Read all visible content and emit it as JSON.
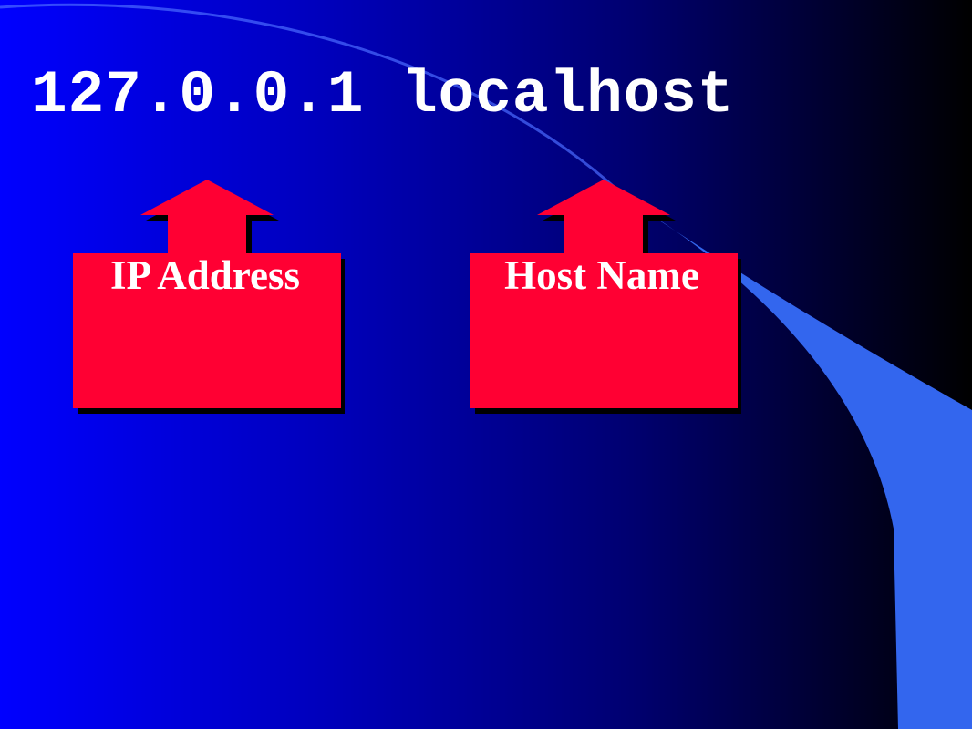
{
  "slide": {
    "title": "127.0.0.1 localhost",
    "callouts": [
      {
        "label": "IP Address",
        "icon": "up-arrow-callout-icon"
      },
      {
        "label": "Host Name",
        "icon": "up-arrow-callout-icon"
      }
    ]
  },
  "colors": {
    "background_start": "#0000ff",
    "background_end": "#000000",
    "swoosh": "#3366ee",
    "callout_fill": "#ff0033",
    "callout_shadow": "#000000",
    "text": "#ffffff"
  }
}
